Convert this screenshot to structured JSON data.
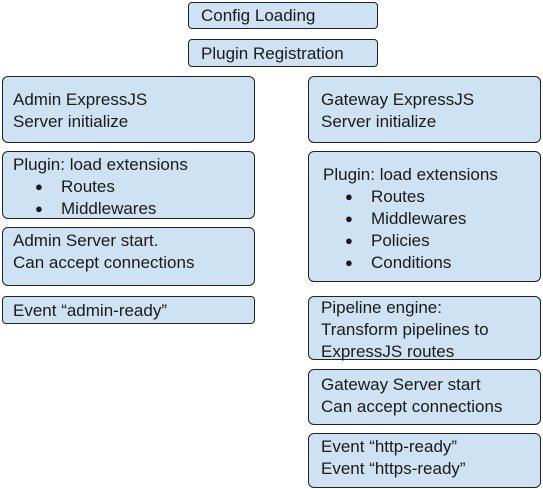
{
  "config_loading": "Config Loading",
  "plugin_registration": "Plugin Registration",
  "admin": {
    "init_line1": "Admin ExpressJS",
    "init_line2": "Server initialize",
    "plugin_title": "Plugin: load extensions",
    "plugin_items": [
      "Routes",
      "Middlewares"
    ],
    "start_line1": "Admin Server start.",
    "start_line2": "Can accept connections",
    "event": "Event “admin-ready”"
  },
  "gateway": {
    "init_line1": "Gateway ExpressJS",
    "init_line2": "Server initialize",
    "plugin_title": "Plugin: load extensions",
    "plugin_items": [
      "Routes",
      "Middlewares",
      "Policies",
      "Conditions"
    ],
    "pipeline_line1": "Pipeline engine:",
    "pipeline_line2": "Transform pipelines to",
    "pipeline_line3": "ExpressJS routes",
    "start_line1": "Gateway Server start",
    "start_line2": "Can accept connections",
    "event_line1": "Event “http-ready”",
    "event_line2": "Event “https-ready”"
  },
  "bullet_glyph": "●",
  "colors": {
    "box_fill": "#cfe2f3",
    "box_border": "#222222"
  }
}
